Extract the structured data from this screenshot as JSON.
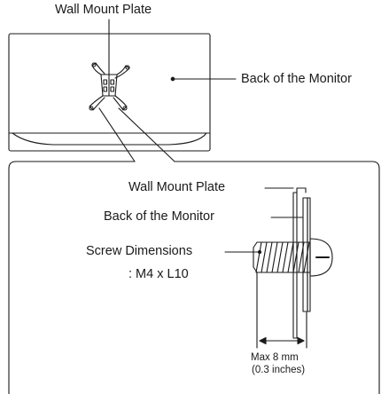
{
  "labels": {
    "wall_mount_plate_top": "Wall Mount Plate",
    "back_of_monitor_top": "Back of the Monitor",
    "wall_mount_plate_detail": "Wall Mount Plate",
    "back_of_monitor_detail": "Back of the Monitor",
    "screw_dimensions": "Screw Dimensions",
    "screw_size": ": M4 x L10",
    "max_depth": "Max 8 mm",
    "max_depth_inches": "(0.3 inches)"
  }
}
